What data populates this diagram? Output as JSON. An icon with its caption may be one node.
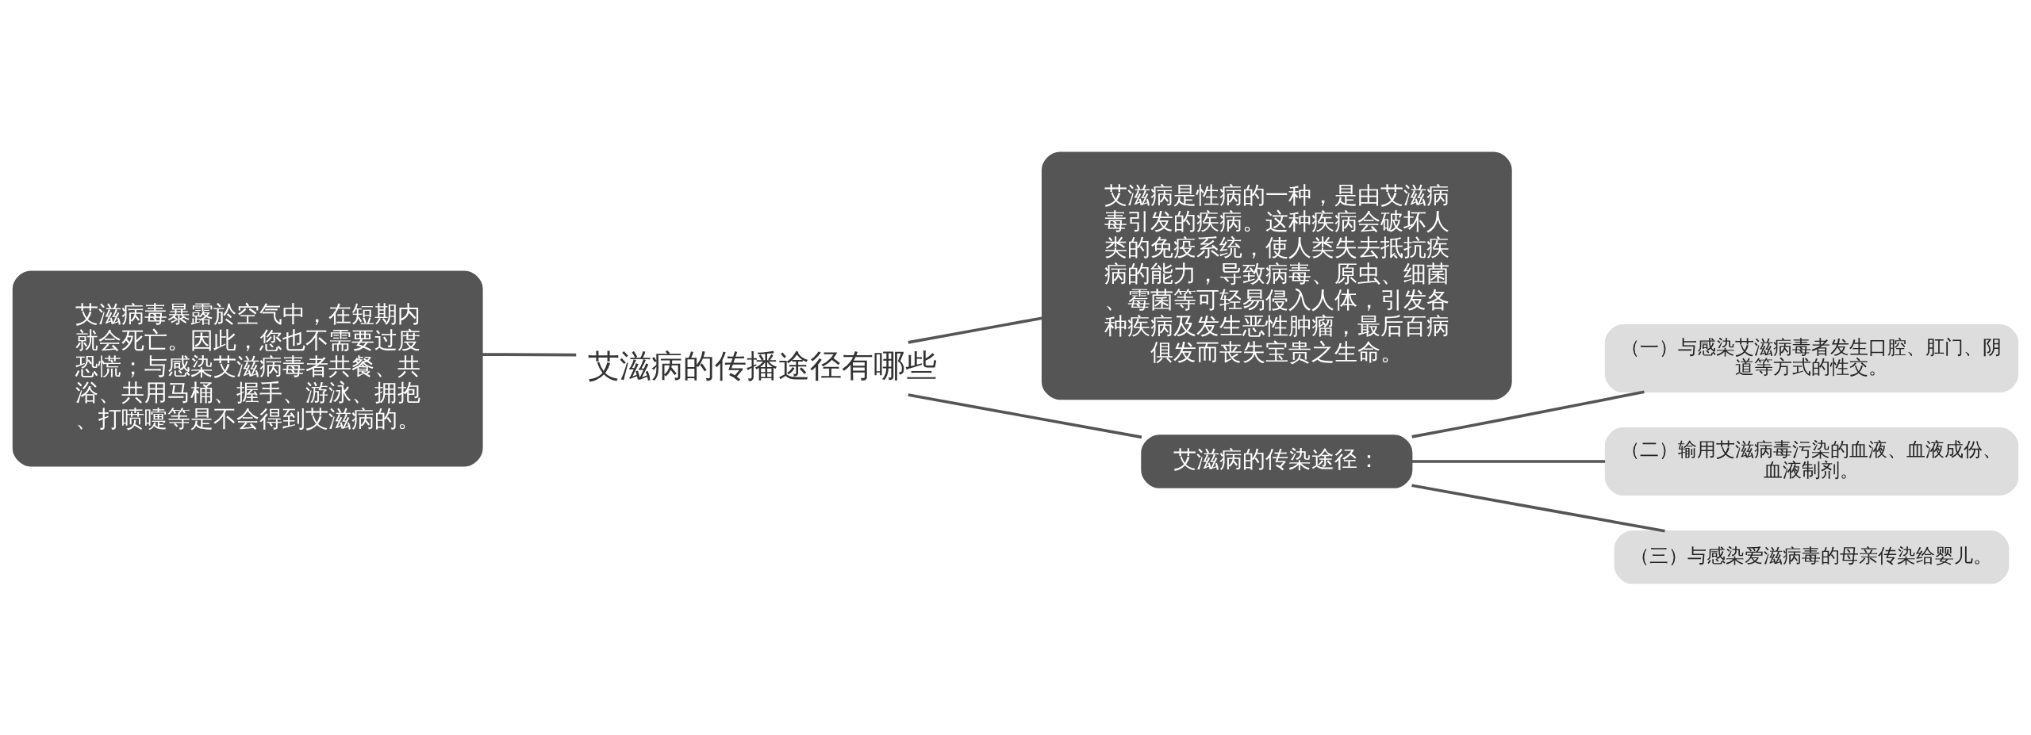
{
  "diagram": {
    "nodes": [
      {
        "text": [
          "艾滋病的传播途径有哪些"
        ]
      },
      {
        "text": [
          "艾滋病毒暴露於空气中，在短期内就会死亡。因此，您也不需要过度恐慌；与感染艾滋病毒者共餐、共浴、共用马桶、握手、游泳、拥抱、打喷嚏等是不会得到艾滋病的。"
        ]
      },
      {
        "text": [
          "艾滋病是性病的一种，是由艾滋病毒引发的疾病。这种疾病会破坏人类的免疫系统，使人类失去抵抗疾病的能力，导致病毒、原虫、细菌、霉菌等可轻易侵入人体，引发各种疾病及发生恶性肿瘤，最后百病俱发而丧失宝贵之生命。"
        ]
      },
      {
        "text": [
          "艾滋病的传染途径："
        ]
      },
      {
        "text": [
          "（一）与感染艾滋病毒者发生口腔、肛门、阴道等方式的性交。"
        ]
      },
      {
        "text": [
          "（二）输用艾滋病毒污染的血液、血液成份、血液制剂。"
        ]
      },
      {
        "text": [
          "（三）与感染爱滋病毒的母亲传染给婴儿。"
        ]
      }
    ],
    "edges": [
      {
        "from": 0,
        "to": 1,
        "arrow": "none"
      },
      {
        "from": 0,
        "to": 2,
        "arrow": "none"
      },
      {
        "from": 0,
        "to": 3,
        "arrow": "none"
      },
      {
        "from": 3,
        "to": 4,
        "arrow": "none"
      },
      {
        "from": 3,
        "to": 5,
        "arrow": "none"
      },
      {
        "from": 3,
        "to": 6,
        "arrow": "none"
      }
    ]
  }
}
